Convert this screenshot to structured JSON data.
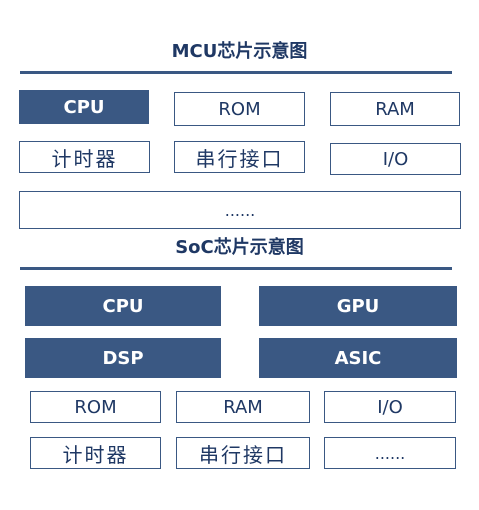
{
  "mcu": {
    "title": "MCU芯片示意图",
    "boxes": {
      "cpu": "CPU",
      "rom": "ROM",
      "ram": "RAM",
      "timer": "计时器",
      "serial": "串行接口",
      "io": "I/O",
      "more": "......"
    }
  },
  "soc": {
    "title": "SoC芯片示意图",
    "boxes": {
      "cpu": "CPU",
      "gpu": "GPU",
      "dsp": "DSP",
      "asic": "ASIC",
      "rom": "ROM",
      "ram": "RAM",
      "io": "I/O",
      "timer": "计时器",
      "serial": "串行接口",
      "more": "......"
    }
  },
  "colors": {
    "primary": "#3a5883",
    "text": "#1f3864",
    "background": "#ffffff"
  }
}
